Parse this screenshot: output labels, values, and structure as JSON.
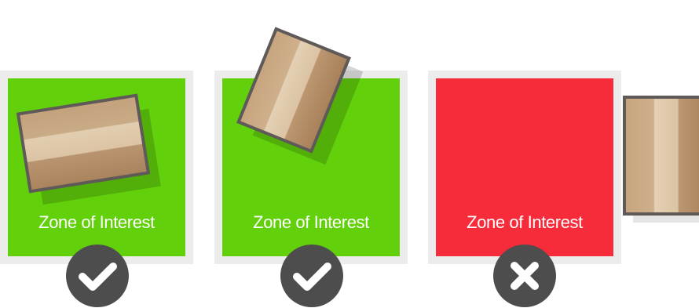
{
  "colors": {
    "valid_zone": "#62d10b",
    "invalid_zone": "#f62c3a",
    "zone_shadow": "#ececec",
    "badge": "#4d4d4d",
    "badge_glyph": "#ffffff",
    "box_outline": "#5f5a58",
    "box_light": "#dcc3a3",
    "box_dark": "#b08860"
  },
  "zones": [
    {
      "label": "Zone of Interest",
      "status": "valid",
      "status_icon": "check-icon"
    },
    {
      "label": "Zone of Interest",
      "status": "valid",
      "status_icon": "check-icon"
    },
    {
      "label": "Zone of Interest",
      "status": "invalid",
      "status_icon": "cross-icon"
    }
  ]
}
